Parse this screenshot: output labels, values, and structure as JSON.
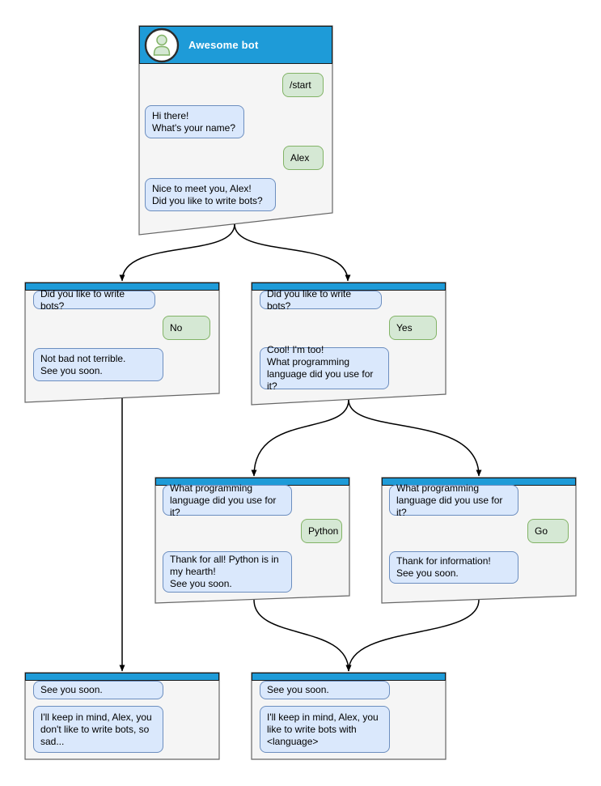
{
  "diagram": {
    "colors": {
      "header": "#1E9BD8",
      "header_border": "#1A1A1A",
      "window_bg": "#F5F5F5",
      "window_border": "#666666",
      "bot_bubble_bg": "#DAE8FC",
      "bot_bubble_border": "#6C8EBF",
      "user_bubble_bg": "#D5E8D4",
      "user_bubble_border": "#82B366",
      "connector": "#000000",
      "title_text": "#FFFFFF",
      "bubble_text": "#000000"
    },
    "windows": {
      "root": {
        "title": "Awesome bot",
        "bubbles": [
          {
            "side": "user",
            "text": "/start"
          },
          {
            "side": "bot",
            "text": "Hi there!\nWhat's your name?"
          },
          {
            "side": "user",
            "text": "Alex"
          },
          {
            "side": "bot",
            "text": "Nice to meet you, Alex!\nDid you like to write bots?"
          }
        ]
      },
      "branch_no": {
        "bubbles": [
          {
            "side": "bot",
            "text": "Did you like to write bots?"
          },
          {
            "side": "user",
            "text": "No"
          },
          {
            "side": "bot",
            "text": "Not bad not terrible.\nSee you soon."
          }
        ]
      },
      "branch_yes": {
        "bubbles": [
          {
            "side": "bot",
            "text": "Did you like to write bots?"
          },
          {
            "side": "user",
            "text": "Yes"
          },
          {
            "side": "bot",
            "text": "Cool! I'm too!\nWhat programming\nlanguage did you use for it?"
          }
        ]
      },
      "branch_python": {
        "bubbles": [
          {
            "side": "bot",
            "text": "What programming\nlanguage did you use for it?"
          },
          {
            "side": "user",
            "text": "Python"
          },
          {
            "side": "bot",
            "text": "Thank for all! Python is in\nmy hearth!\nSee you soon."
          }
        ]
      },
      "branch_go": {
        "bubbles": [
          {
            "side": "bot",
            "text": "What programming\nlanguage did you use for it?"
          },
          {
            "side": "user",
            "text": "Go"
          },
          {
            "side": "bot",
            "text": "Thank for information!\nSee you soon."
          }
        ]
      },
      "end_no": {
        "bubbles": [
          {
            "side": "bot",
            "text": "See you soon."
          },
          {
            "side": "bot",
            "text": "I'll keep in mind, Alex, you\ndon't like to write bots, so\nsad..."
          }
        ]
      },
      "end_yes": {
        "bubbles": [
          {
            "side": "bot",
            "text": "See you soon."
          },
          {
            "side": "bot",
            "text": "I'll keep in mind, Alex, you\nlike to write bots with\n<language>"
          }
        ]
      }
    },
    "edges": [
      {
        "from": "root",
        "to": "branch_no"
      },
      {
        "from": "root",
        "to": "branch_yes"
      },
      {
        "from": "branch_no",
        "to": "end_no"
      },
      {
        "from": "branch_yes",
        "to": "branch_python"
      },
      {
        "from": "branch_yes",
        "to": "branch_go"
      },
      {
        "from": "branch_python",
        "to": "end_yes"
      },
      {
        "from": "branch_go",
        "to": "end_yes"
      }
    ]
  }
}
